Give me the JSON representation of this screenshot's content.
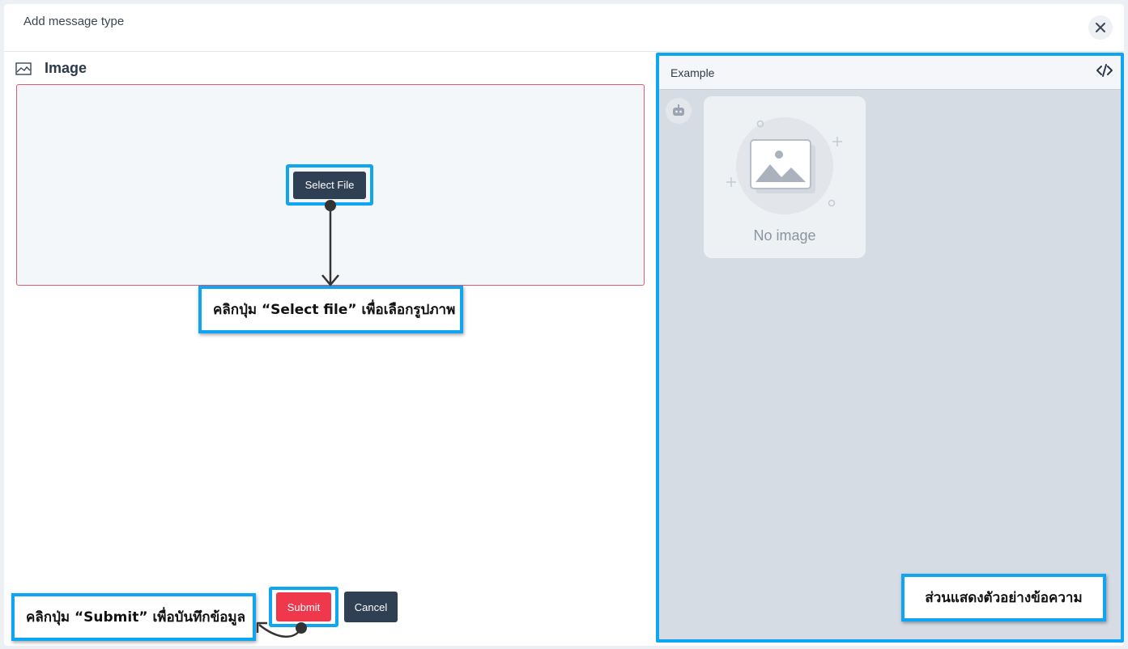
{
  "modal": {
    "title": "Add message type"
  },
  "editor": {
    "section_title": "Image",
    "select_file_label": "Select File",
    "submit_label": "Submit",
    "cancel_label": "Cancel"
  },
  "example": {
    "title": "Example",
    "no_image_label": "No image"
  },
  "annotations": {
    "select_file_hint": "คลิกปุ่ม “Select file” เพื่อเลือกรูปภาพ",
    "submit_hint": "คลิกปุ่ม “Submit” เพื่อบันทึกข้อมูล",
    "example_hint": "ส่วนแสดงตัวอย่างข้อความ"
  },
  "colors": {
    "accent_blue": "#0ea5f2",
    "submit_red": "#f0384d",
    "dark_button": "#2f4055"
  },
  "icons": {
    "section": "image-icon",
    "close": "close-icon",
    "code": "code-icon",
    "avatar": "robot-icon",
    "placeholder": "image-placeholder-icon"
  }
}
